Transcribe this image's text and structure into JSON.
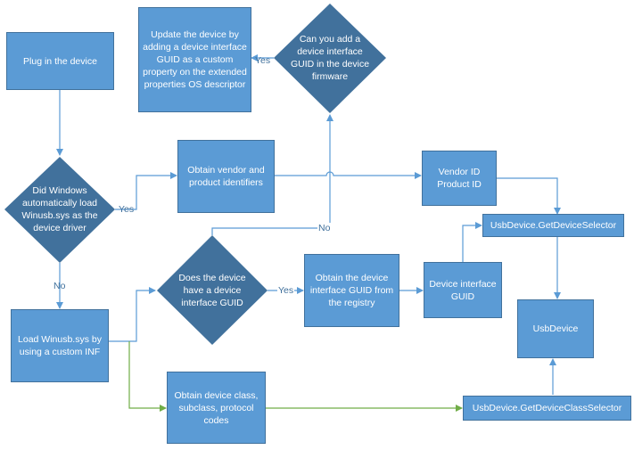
{
  "nodes": {
    "plug_in": "Plug in the device",
    "update_device": "Update the device by adding a device interface GUID as a custom property on the extended properties OS descriptor",
    "can_add_guid": "Can you add a device interface GUID in the device firmware",
    "did_windows_load": "Did Windows automatically load Winusb.sys as the device driver",
    "obtain_vendor": "Obtain vendor and product identifiers",
    "vendor_product_id": "Vendor ID\nProduct ID",
    "get_device_selector": "UsbDevice.GetDeviceSelector",
    "does_device_have_guid": "Does the device have a device interface GUID",
    "obtain_guid_registry": "Obtain the device interface GUID from the registry",
    "device_interface_guid": "Device interface GUID",
    "load_winusb": "Load Winusb.sys by using a custom INF",
    "usbdevice": "UsbDevice",
    "obtain_class_codes": "Obtain device class, subclass, protocol codes",
    "get_device_class_selector": "UsbDevice.GetDeviceClassSelector"
  },
  "edge_labels": {
    "yes_update": "Yes",
    "yes_windows": "Yes",
    "no_windows": "No",
    "no_guid": "No",
    "yes_guid": "Yes"
  },
  "colors": {
    "node_fill": "#5b9bd5",
    "diamond_fill": "#41719c",
    "blue_line": "#5b9bd5",
    "green_line": "#70ad47"
  }
}
